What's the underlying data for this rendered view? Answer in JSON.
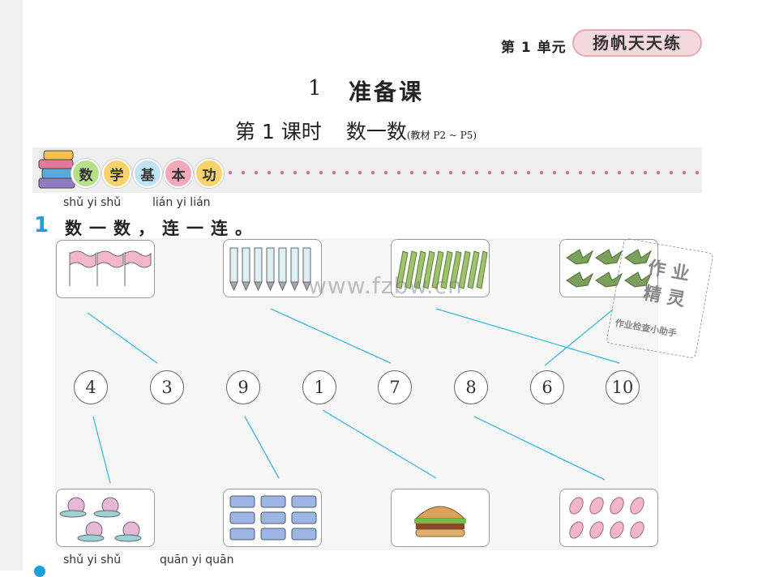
{
  "header": {
    "unit_label": "第 1 单元",
    "unit_badge": "扬帆天天练"
  },
  "lesson": {
    "number": "1",
    "name": "准备课",
    "period": "第 1 课时",
    "topic": "数一数",
    "reference": "(教材 P2 ~ P5)"
  },
  "section_banner": {
    "chars": [
      "数",
      "学",
      "基",
      "本",
      "功"
    ],
    "bubble_colors": [
      "#b8e08a",
      "#f7d36b",
      "#bfe3f5",
      "#f3a9b8",
      "#f7d36b"
    ],
    "accent_color": "#d06fa8"
  },
  "question1": {
    "number": "1",
    "pinyin_a": "shǔ  yi  shǔ",
    "pinyin_b": "lián  yi  lián",
    "text": "数一数，连一连。",
    "top_pictures": [
      {
        "name": "flags",
        "count": 3
      },
      {
        "name": "pens",
        "count": 7
      },
      {
        "name": "pencils",
        "count": 10
      },
      {
        "name": "birds",
        "count": 6
      }
    ],
    "numbers": [
      "4",
      "3",
      "9",
      "1",
      "7",
      "8",
      "6",
      "10"
    ],
    "bottom_pictures": [
      {
        "name": "snails",
        "count": 4
      },
      {
        "name": "crayons",
        "count": 9
      },
      {
        "name": "hamburger",
        "count": 1
      },
      {
        "name": "candies",
        "count": 8
      }
    ],
    "line_color": "#3fb6dd"
  },
  "question2": {
    "pinyin_a": "shǔ  yi  shǔ",
    "pinyin_b": "quān  yi  quān"
  },
  "watermark": {
    "url": "www.fzbw.cn",
    "stamp_line1": "作 业",
    "stamp_line2": "精 灵",
    "stamp_line3": "作业检查小助手"
  }
}
